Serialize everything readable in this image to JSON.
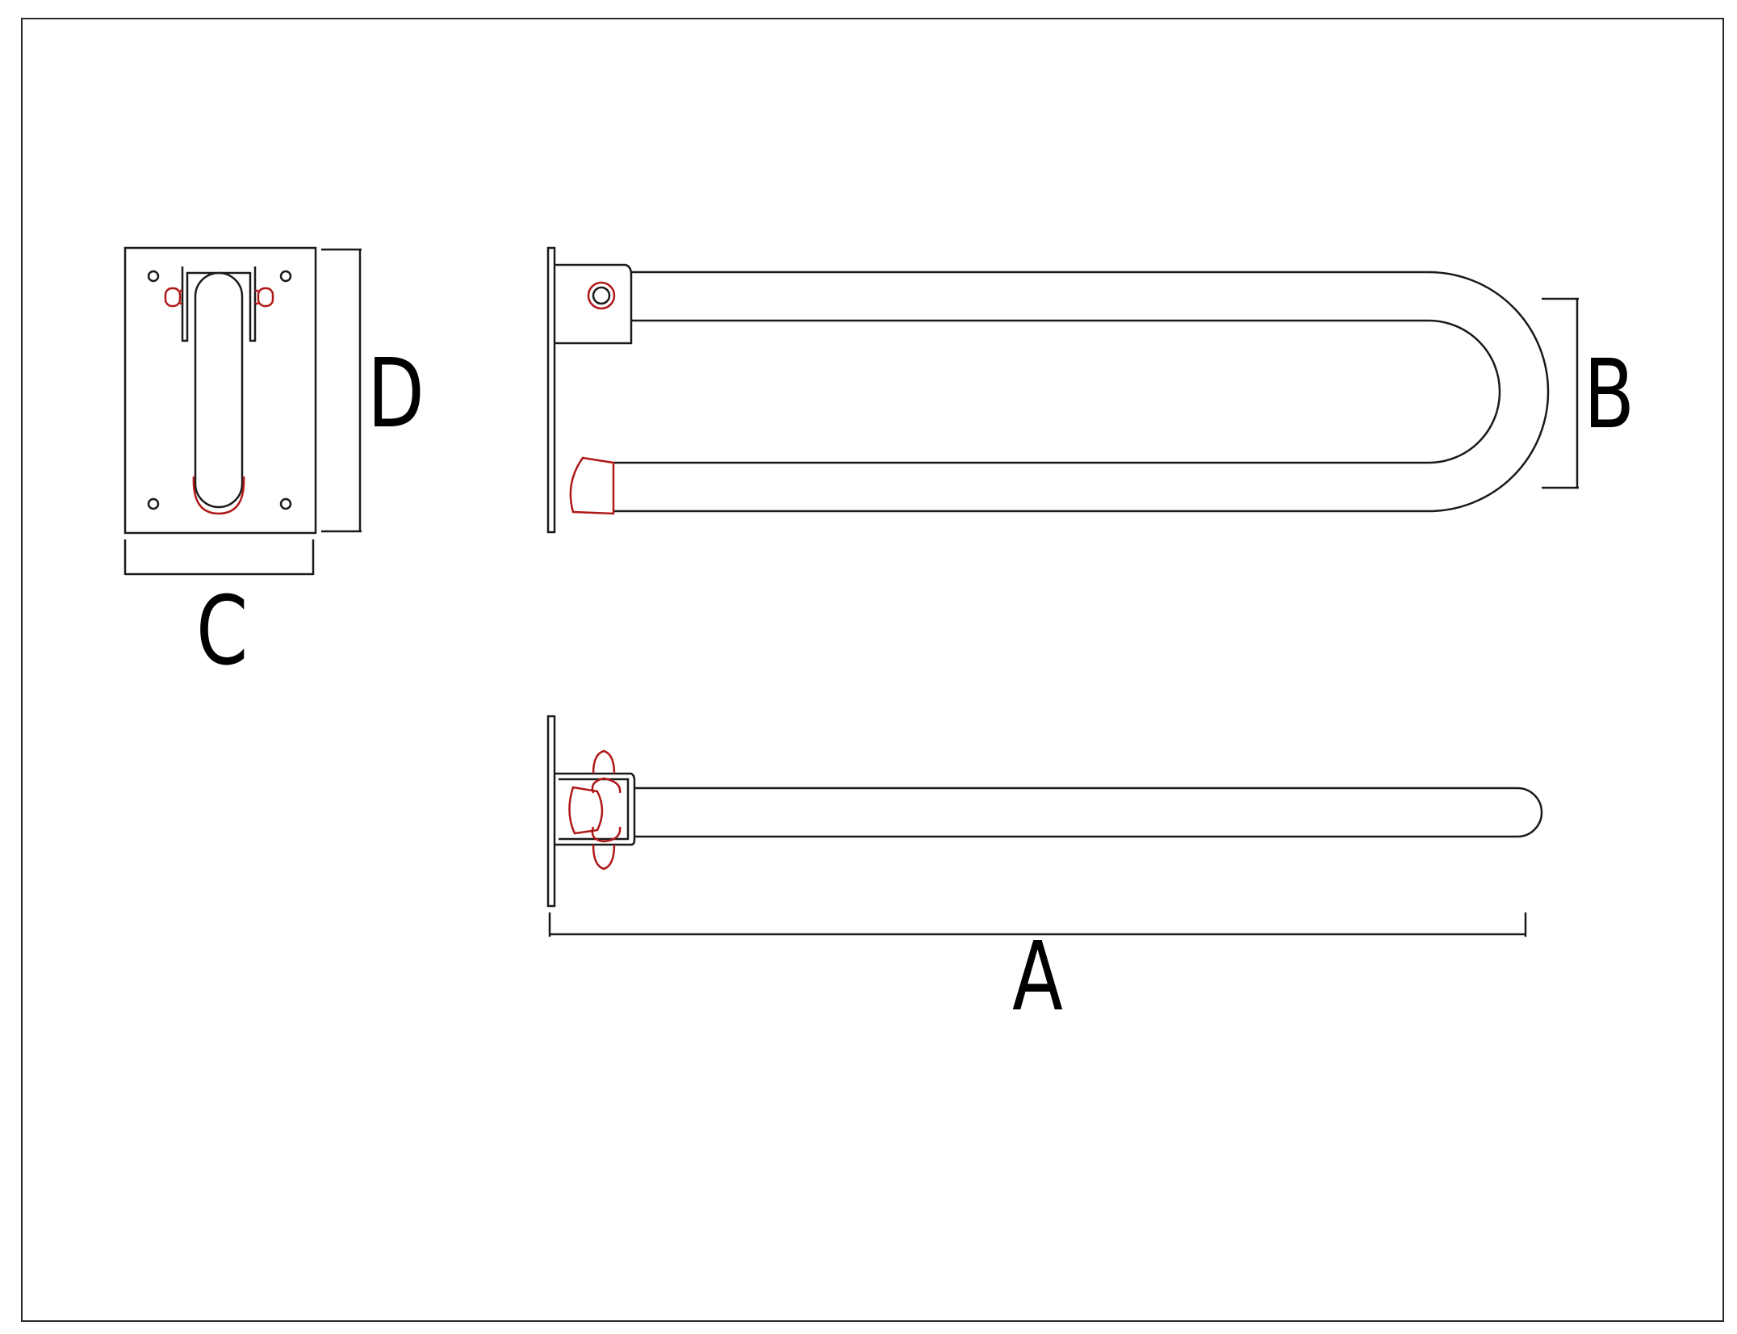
{
  "labels": {
    "A": "A",
    "B": "B",
    "C": "C",
    "D": "D"
  },
  "colors": {
    "line": "#1a1a1a",
    "accent": "#b01818",
    "background": "#ffffff"
  }
}
